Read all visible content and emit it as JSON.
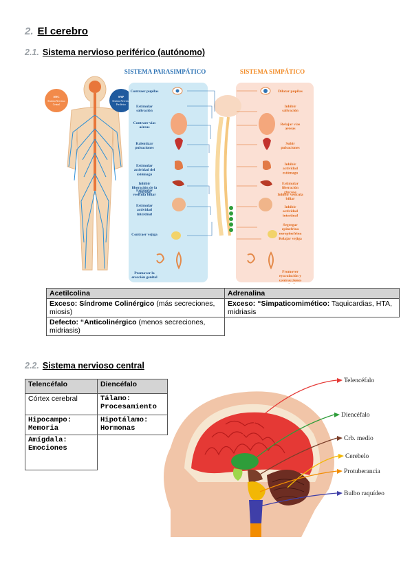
{
  "heading1": {
    "num": "2.",
    "text": "El cerebro"
  },
  "section21": {
    "num": "2.1.",
    "text": "Sistema nervioso periférico (autónomo)"
  },
  "figure1": {
    "snc_label": "SNC Sistema Nervioso Central",
    "snp_label": "SNP Sistema Nervioso Periférico",
    "para_title": "SISTEMA PARASIMPÁTICO",
    "simp_title": "SISTEMA SIMPÁTICO",
    "para_items": [
      "Contraer pupilas",
      "Estimular salivación",
      "Contraer vías aéreas",
      "Ralentizar pulsaciones",
      "Estimular actividad del estómago",
      "Inhibir liberación de la glucosa",
      "Estimular vesícula biliar",
      "Estimular actividad intestinal",
      "Contraer vejiga",
      "Promover la erección genital"
    ],
    "simp_items": [
      "Dilatar pupilas",
      "Inhibir salivación",
      "Relajar vías aéreas",
      "Subir pulsaciones",
      "Inhibir actividad estómago",
      "Estimular liberación glucosa",
      "Inhibir vesícula biliar",
      "Inhibir actividad intestinal",
      "Segregar epinefrina norepinefrina",
      "Relajar vejiga",
      "Promover eyaculación y contracciones vaginales"
    ]
  },
  "table1": {
    "headers": [
      "Acetilcolina",
      "Adrenalina"
    ],
    "r1c1_bold": "Exceso: Síndrome Colinérgico",
    "r1c1_rest": " (más secreciones, miosis)",
    "r1c2_bold": "Exceso: “Simpaticomimético:",
    "r1c2_rest": " Taquicardias, HTA, midriasis",
    "r2c1_bold": "Defecto: “Anticolinérgico",
    "r2c1_rest": " (menos secreciones, midriasis)"
  },
  "section22": {
    "num": "2.2.",
    "text": "Sistema nervioso central"
  },
  "table2": {
    "headers": [
      "Telencéfalo",
      "Diencéfalo"
    ],
    "rows": [
      [
        "Córtex cerebral",
        "Tálamo: Procesamiento"
      ],
      [
        "Hipocampo: Memoria",
        "Hipotálamo: Hormonas"
      ],
      [
        "Amígdala: Emociones",
        ""
      ]
    ]
  },
  "brain_labels": [
    "Telencéfalo",
    "Diencéfalo",
    "Crb. medio",
    "Cerebelo",
    "Protuberancia",
    "Bulbo raquídeo"
  ],
  "colors": {
    "telencefalo": "#e53935",
    "diencefalo": "#2e9d3a",
    "mesencefalo": "#7b3f2a",
    "cerebelo": "#f2b705",
    "protuberancia": "#f28c00",
    "bulbo": "#3f3fa8"
  }
}
